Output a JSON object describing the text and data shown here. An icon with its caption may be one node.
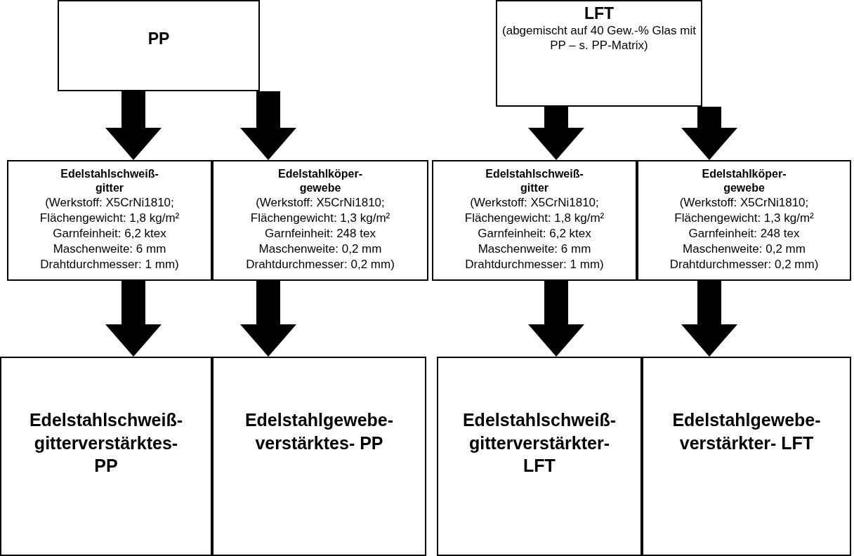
{
  "diagram": {
    "nodes": [
      {
        "text": [
          "PP"
        ]
      },
      {
        "text": [
          "LFT",
          "(abgemischt auf 40 Gew.-% Glas mit PP – s. PP-Matrix)"
        ]
      },
      {
        "text": [
          "Edelstahlschweiß- gitter",
          "(Werkstoff: X5CrNi1810; Flächengewicht: 1,8 kg/m² Garnfeinheit: 6,2 ktex Maschenweite: 6 mm Drahtdurchmesser: 1 mm)"
        ]
      },
      {
        "text": [
          "Edelstahlköper- gewebe",
          "(Werkstoff: X5CrNi1810; Flächengewicht: 1,3 kg/m² Garnfeinheit: 248 tex Maschenweite: 0,2 mm Drahtdurchmesser: 0,2 mm)"
        ]
      },
      {
        "text": [
          "Edelstahlschweiß- gitter",
          "(Werkstoff: X5CrNi1810; Flächengewicht: 1,8 kg/m² Garnfeinheit: 6,2 ktex Maschenweite: 6 mm Drahtdurchmesser: 1 mm)"
        ]
      },
      {
        "text": [
          "Edelstahlköper- gewebe",
          "(Werkstoff: X5CrNi1810; Flächengewicht: 1,3 kg/m² Garnfeinheit: 248 tex Maschenweite: 0,2 mm Drahtdurchmesser: 0,2 mm)"
        ]
      },
      {
        "text": [
          "Edelstahlschweiß- gitterverstärktes- PP"
        ]
      },
      {
        "text": [
          "Edelstahlgewebe- verstärktes- PP"
        ]
      },
      {
        "text": [
          "Edelstahlschweiß- gitterverstärkter- LFT"
        ]
      },
      {
        "text": [
          "Edelstahlgewebe- verstärkter- LFT"
        ]
      }
    ],
    "edges": [
      {
        "from": 0,
        "to": 2,
        "arrow": "to"
      },
      {
        "from": 0,
        "to": 3,
        "arrow": "to"
      },
      {
        "from": 1,
        "to": 4,
        "arrow": "to"
      },
      {
        "from": 1,
        "to": 5,
        "arrow": "to"
      },
      {
        "from": 2,
        "to": 6,
        "arrow": "to"
      },
      {
        "from": 3,
        "to": 7,
        "arrow": "to"
      },
      {
        "from": 4,
        "to": 8,
        "arrow": "to"
      },
      {
        "from": 5,
        "to": 9,
        "arrow": "to"
      }
    ]
  }
}
